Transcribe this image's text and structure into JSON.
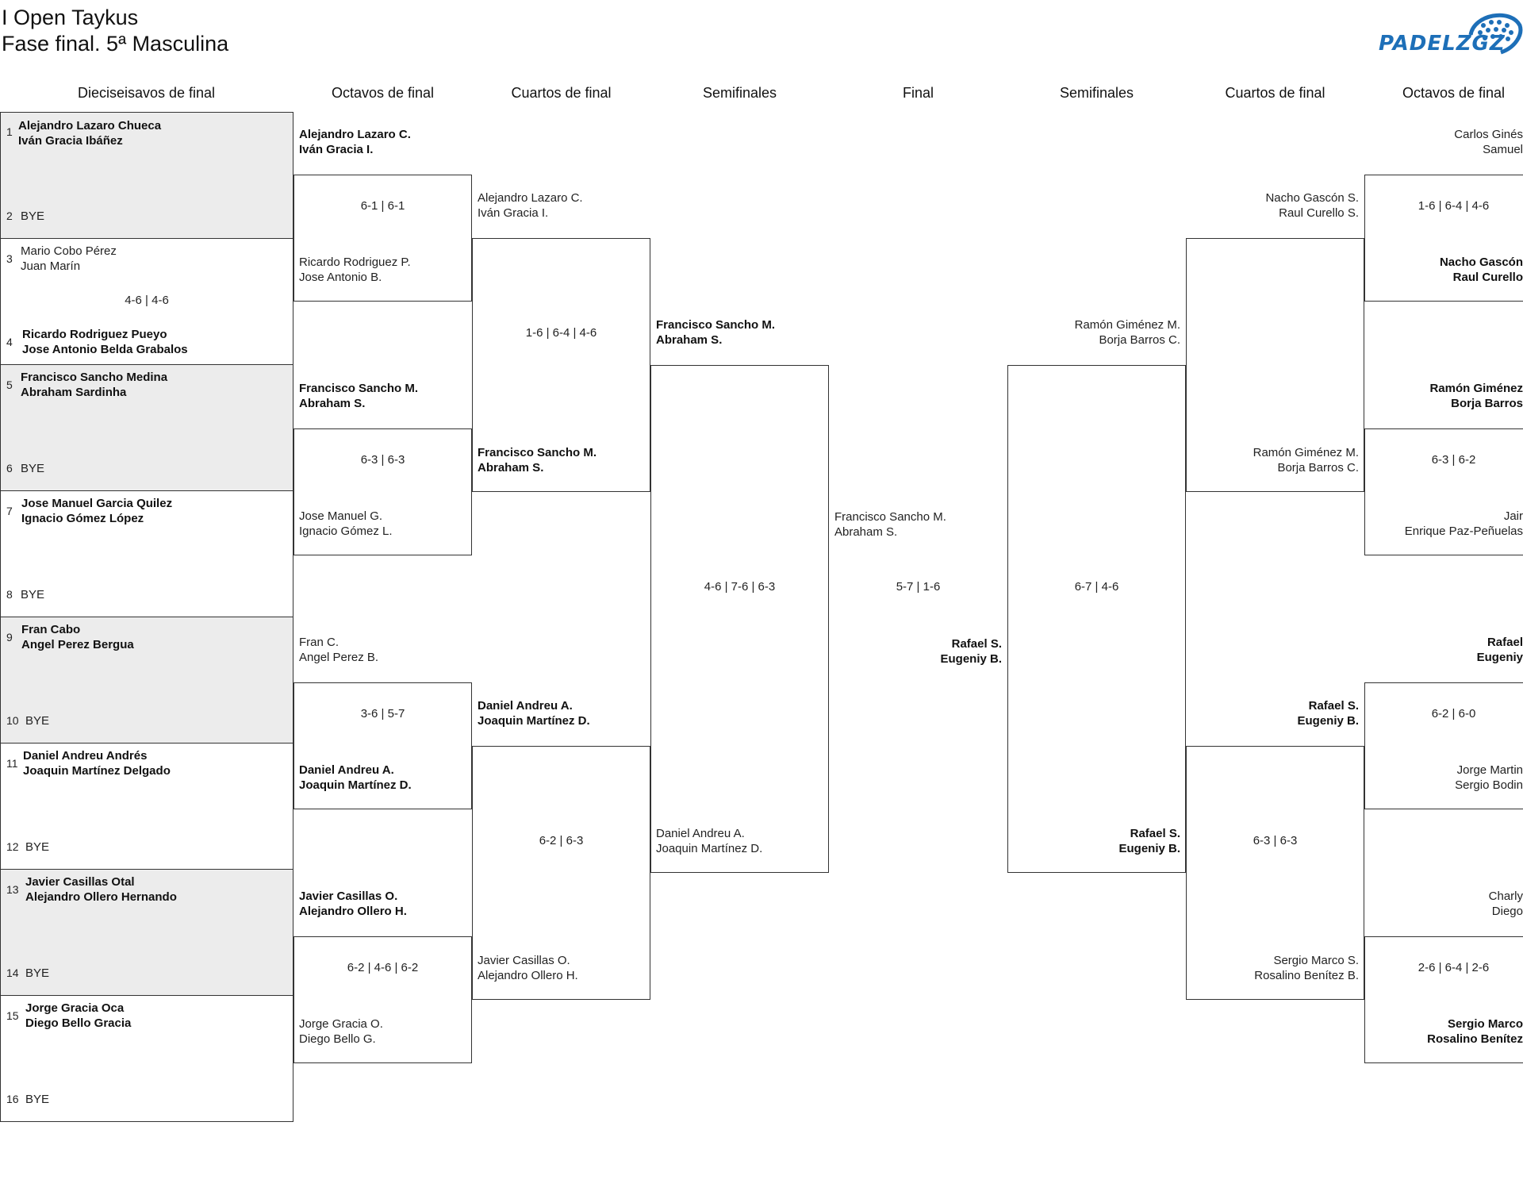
{
  "title": {
    "line1": "I Open Taykus",
    "line2": "Fase final. 5ª Masculina"
  },
  "logo": {
    "text": "PADELZGZ",
    "color": "#1d6fb8"
  },
  "rounds": {
    "r32": "Dieciseisavos de final",
    "r16": "Octavos de final",
    "qf": "Cuartos de final",
    "sf": "Semifinales",
    "final": "Final",
    "sf_r": "Semifinales",
    "qf_r": "Cuartos de final",
    "r16_r": "Octavos de final"
  },
  "r32": [
    {
      "seed_a": "1",
      "a1": "Alejandro Lazaro Chueca",
      "a2": "Iván Gracia Ibáñez",
      "seed_b": "2",
      "b": "BYE",
      "score": ""
    },
    {
      "seed_a": "3",
      "a1": "Mario Cobo Pérez",
      "a2": "Juan Marín",
      "seed_b": "4",
      "b1": "Ricardo Rodriguez Pueyo",
      "b2": "Jose Antonio Belda Grabalos",
      "score": "4-6 | 4-6"
    },
    {
      "seed_a": "5",
      "a1": "Francisco Sancho Medina",
      "a2": "Abraham Sardinha",
      "seed_b": "6",
      "b": "BYE",
      "score": ""
    },
    {
      "seed_a": "7",
      "a1": "Jose Manuel Garcia Quilez",
      "a2": "Ignacio Gómez López",
      "seed_b": "8",
      "b": "BYE",
      "score": ""
    },
    {
      "seed_a": "9",
      "a1": "Fran Cabo",
      "a2": "Angel Perez Bergua",
      "seed_b": "10",
      "b": "BYE",
      "score": ""
    },
    {
      "seed_a": "11",
      "a1": "Daniel Andreu Andrés",
      "a2": "Joaquin Martínez Delgado",
      "seed_b": "12",
      "b": "BYE",
      "score": ""
    },
    {
      "seed_a": "13",
      "a1": "Javier Casillas Otal",
      "a2": "Alejandro Ollero Hernando",
      "seed_b": "14",
      "b": "BYE",
      "score": ""
    },
    {
      "seed_a": "15",
      "a1": "Jorge Gracia Oca",
      "a2": "Diego Bello Gracia",
      "seed_b": "16",
      "b": "BYE",
      "score": ""
    }
  ],
  "r16": [
    {
      "a1": "Alejandro Lazaro C.",
      "a2": "Iván Gracia I.",
      "b1": "Ricardo Rodriguez P.",
      "b2": "Jose Antonio B.",
      "score": "6-1 | 6-1"
    },
    {
      "a1": "Francisco Sancho M.",
      "a2": "Abraham S.",
      "b1": "Jose Manuel G.",
      "b2": "Ignacio Gómez L.",
      "score": "6-3 | 6-3"
    },
    {
      "a1": "Fran C.",
      "a2": "Angel Perez B.",
      "b1": "Daniel Andreu A.",
      "b2": "Joaquin Martínez D.",
      "score": "3-6 | 5-7"
    },
    {
      "a1": "Javier Casillas O.",
      "a2": "Alejandro Ollero H.",
      "b1": "Jorge Gracia O.",
      "b2": "Diego Bello G.",
      "score": "6-2 | 4-6 | 6-2"
    }
  ],
  "qf": [
    {
      "a1": "Alejandro Lazaro C.",
      "a2": "Iván Gracia I.",
      "b1": "Francisco Sancho M.",
      "b2": "Abraham S.",
      "score": "1-6 | 6-4 | 4-6"
    },
    {
      "a1": "Daniel Andreu A.",
      "a2": "Joaquin Martínez D.",
      "b1": "Javier Casillas O.",
      "b2": "Alejandro Ollero H.",
      "score": "6-2 | 6-3"
    }
  ],
  "sf": {
    "a1": "Francisco Sancho M.",
    "a2": "Abraham S.",
    "b1": "Daniel Andreu A.",
    "b2": "Joaquin Martínez D.",
    "score": "4-6 | 7-6 | 6-3"
  },
  "final": {
    "a1": "Francisco Sancho M.",
    "a2": "Abraham S.",
    "b1": "Rafael S.",
    "b2": "Eugeniy B.",
    "score": "5-7 | 1-6"
  },
  "sf_r": {
    "a1": "Ramón Giménez M.",
    "a2": "Borja Barros C.",
    "b1": "Rafael S.",
    "b2": "Eugeniy B.",
    "score": "6-7 | 4-6"
  },
  "qf_r": [
    {
      "a1": "Nacho Gascón S.",
      "a2": "Raul Curello S.",
      "b1": "Ramón Giménez M.",
      "b2": "Borja Barros C.",
      "score": ""
    },
    {
      "a1": "Rafael S.",
      "a2": "Eugeniy B.",
      "b1": "Sergio Marco S.",
      "b2": "Rosalino Benítez B.",
      "score": "6-3 | 6-3"
    }
  ],
  "r16_r": [
    {
      "a1": "Carlos Ginés",
      "a2": "Samuel",
      "b1": "Nacho Gascón",
      "b2": "Raul Curello",
      "score": "1-6 | 6-4 | 4-6"
    },
    {
      "a1": "Ramón Giménez",
      "a2": "Borja Barros",
      "b1": "Jair",
      "b2": "Enrique Paz-Peñuelas",
      "score": "6-3 | 6-2"
    },
    {
      "a1": "Rafael",
      "a2": "Eugeniy",
      "b1": "Jorge Martin",
      "b2": "Sergio Bodin",
      "score": "6-2 | 6-0"
    },
    {
      "a1": "Charly",
      "a2": "Diego",
      "b1": "Sergio Marco",
      "b2": "Rosalino Benítez",
      "score": "2-6 | 6-4 | 2-6"
    }
  ]
}
